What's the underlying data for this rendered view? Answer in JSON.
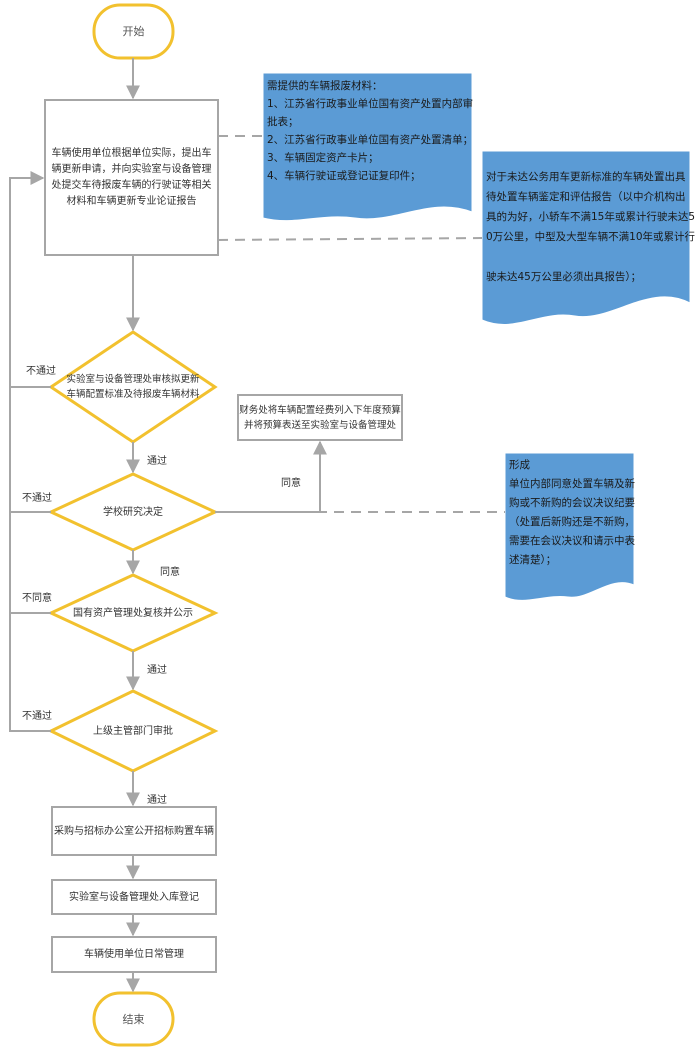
{
  "nodes": {
    "start": "开始",
    "apply": "车辆使用单位根据单位实际，提出车辆更新申请，并向实验室与设备管理处提交车待报废车辆的行驶证等相关材料和车辆更新专业论证报告",
    "lab_review": [
      "实验室与设备管理处审核拟更新",
      "车辆配置标准及待报废车辆材料"
    ],
    "school_decision": "学校研究决定",
    "asset_review": "国有资产管理处复核并公示",
    "superior_approval": "上级主管部门审批",
    "procurement": "采购与招标办公室公开招标购置车辆",
    "registration": "实验室与设备管理处入库登记",
    "daily_management": "车辆使用单位日常管理",
    "end": "结束",
    "finance_budget": [
      "财务处将车辆配置经费列入下年度预算",
      "并将预算表送至实验室与设备管理处"
    ]
  },
  "edge_labels": {
    "not_pass_1": "不通过",
    "pass_1": "通过",
    "not_pass_2": "不通过",
    "agree_1": "同意",
    "agree_2": "同意",
    "disagree": "不同意",
    "pass_2": "通过",
    "not_pass_3": "不通过",
    "pass_3": "通过"
  },
  "notes": {
    "materials": [
      "需提供的车辆报废材料：",
      "1、江苏省行政事业单位国有资产处置内部审",
      "批表；",
      "2、江苏省行政事业单位国有资产处置清单；",
      "3、车辆固定资产卡片；",
      "4、车辆行驶证或登记证复印件；"
    ],
    "appraisal": [
      "对于未达公务用车更新标准的车辆处置出具",
      "待处置车辆鉴定和评估报告（以中介机构出",
      "具的为好，小轿车不满15年或累计行驶未达5",
      "0万公里，中型及大型车辆不满10年或累计行",
      "",
      "驶未达45万公里必须出具报告）；"
    ],
    "minutes": [
      "形成",
      "单位内部同意处置车辆及新",
      "购或不新购的会议决议纪要",
      "（处置后新购还是不新购，",
      "需要在会议决议和请示中表",
      "述清楚）；"
    ]
  },
  "colors": {
    "terminal_border": "#f2c12e",
    "decision_border": "#f2c12e",
    "process_border": "#a6a6a6",
    "note_fill": "#5b9bd5",
    "connector": "#a6a6a6"
  }
}
